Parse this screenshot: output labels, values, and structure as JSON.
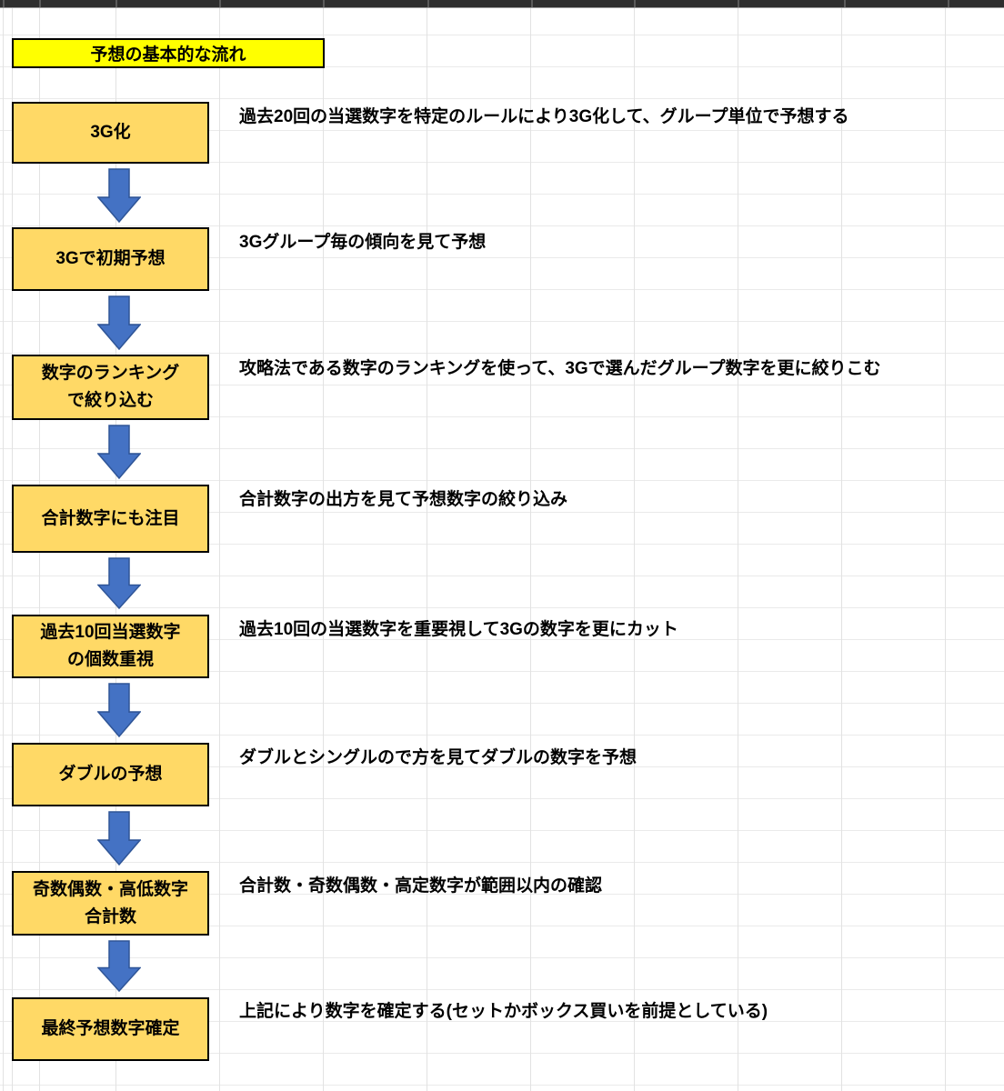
{
  "theme": {
    "canvas": "#ffffff",
    "grid-line": "#e2e2e2",
    "grid-line-h": "#eaeaea",
    "header-bar": "#2e2e2e",
    "header-separator": "#5a5a5a",
    "title-fill": "#ffff00",
    "box-fill": "#ffd966",
    "box-border": "#000000",
    "arrow-fill": "#4472c4",
    "arrow-stroke": "#2f5597",
    "text": "#000000"
  },
  "title": {
    "label": "予想の基本的な流れ"
  },
  "flow": {
    "steps": [
      {
        "label": "3G化",
        "description": "過去20回の当選数字を特定のルールにより3G化して、グループ単位で予想する"
      },
      {
        "label": "3Gで初期予想",
        "description": "3Gグループ毎の傾向を見て予想"
      },
      {
        "label": "数字のランキング",
        "label2": "で絞り込む",
        "description": "攻略法である数字のランキングを使って、3Gで選んだグループ数字を更に絞りこむ"
      },
      {
        "label": "合計数字にも注目",
        "description": "合計数字の出方を見て予想数字の絞り込み"
      },
      {
        "label": "過去10回当選数字",
        "label2": "の個数重視",
        "description": "過去10回の当選数字を重要視して3Gの数字を更にカット"
      },
      {
        "label": "ダブルの予想",
        "description": "ダブルとシングルので方を見てダブルの数字を予想"
      },
      {
        "label": "奇数偶数・高低数字",
        "label2": "合計数",
        "description": "合計数・奇数偶数・高定数字が範囲以内の確認"
      },
      {
        "label": "最終予想数字確定",
        "description": "上記により数字を確定する(セットかボックス買いを前提としている)"
      }
    ]
  }
}
